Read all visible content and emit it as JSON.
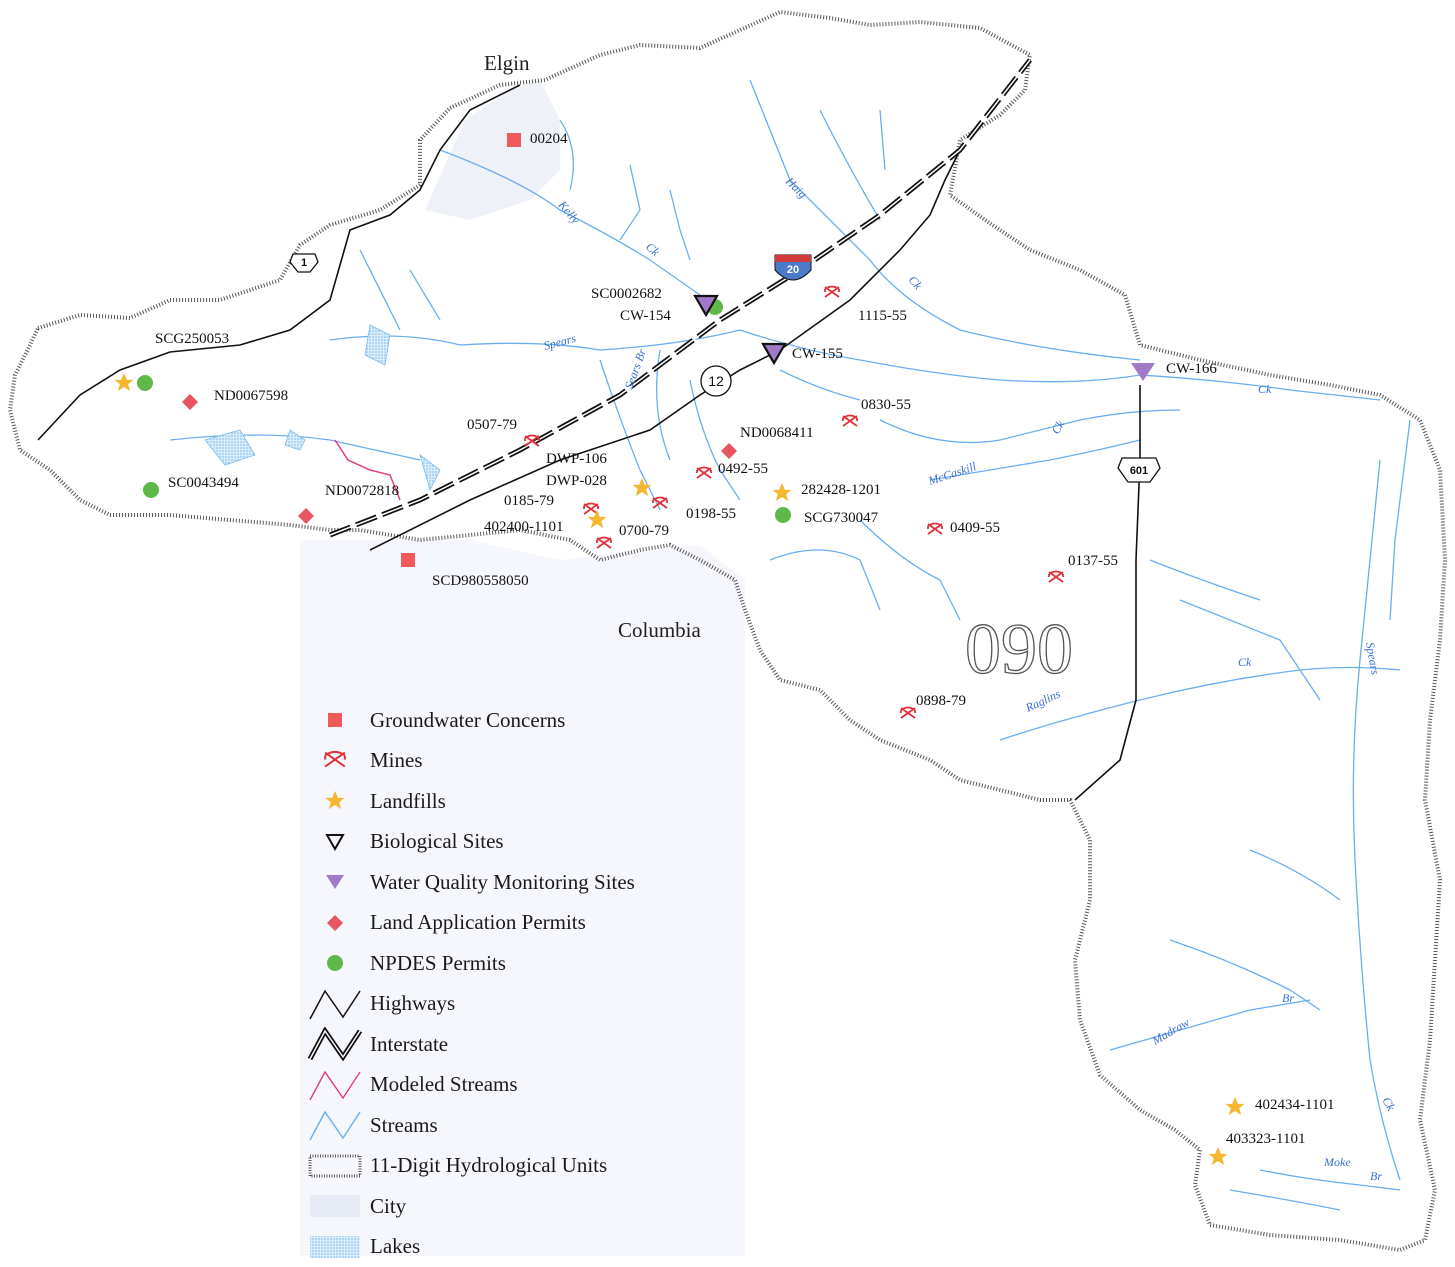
{
  "cities": {
    "elgin": "Elgin",
    "columbia": "Columbia"
  },
  "unit_label": "090",
  "routes": {
    "us1": "1",
    "i20": "20",
    "sc12": "12",
    "us601": "601"
  },
  "streams": {
    "kelly": "Kelly",
    "kelly_ck": "Ck",
    "haig": "Haig",
    "haig_ck": "Ck",
    "spears": "Spears",
    "sears_br": "Sears Br",
    "mccaskill": "McCaskill",
    "mccaskill_ck": "Ck",
    "raglins": "Raglins",
    "raglins_ck": "Ck",
    "spears_east": "Spears",
    "spears_ck": "Ck",
    "madraw": "Madraw",
    "madraw_br": "Br",
    "moke": "Moke",
    "moke_br": "Br",
    "lower_ck": "Ck"
  },
  "sites": {
    "groundwater": [
      "00204",
      "SCD980558050"
    ],
    "mines": [
      "1115-55",
      "0830-55",
      "0507-79",
      "0492-55",
      "0185-79",
      "0198-55",
      "0700-79",
      "0409-55",
      "0137-55",
      "0898-79"
    ],
    "landfills": [
      "282428-1201",
      "402400-1101",
      "402434-1101",
      "403323-1101"
    ],
    "biological": [
      "SC0002682",
      "CW-154",
      "CW-155"
    ],
    "water_quality": [
      "CW-166"
    ],
    "land_application": [
      "ND0067598",
      "ND0068411",
      "ND0072818"
    ],
    "npdes": [
      "SCG250053",
      "SC0043494",
      "SCG730047"
    ],
    "other": [
      "DWP-106",
      "DWP-028"
    ]
  },
  "legend": [
    {
      "icon": "groundwater-square",
      "label": "Groundwater Concerns"
    },
    {
      "icon": "mine-pick",
      "label": "Mines"
    },
    {
      "icon": "landfill-star",
      "label": "Landfills"
    },
    {
      "icon": "biological-triangle",
      "label": "Biological Sites"
    },
    {
      "icon": "water-quality-triangle",
      "label": "Water Quality Monitoring Sites"
    },
    {
      "icon": "land-application-diamond",
      "label": "Land Application Permits"
    },
    {
      "icon": "npdes-circle",
      "label": "NPDES Permits"
    },
    {
      "icon": "highway-line",
      "label": "Highways"
    },
    {
      "icon": "interstate-line",
      "label": "Interstate"
    },
    {
      "icon": "modeled-stream-line",
      "label": "Modeled Streams"
    },
    {
      "icon": "stream-line",
      "label": "Streams"
    },
    {
      "icon": "hydro-unit-box",
      "label": "11-Digit Hydrological Units"
    },
    {
      "icon": "city-fill",
      "label": "City"
    },
    {
      "icon": "lake-fill",
      "label": "Lakes"
    }
  ],
  "colors": {
    "groundwater": "#ef5a5a",
    "mine": "#e0303a",
    "landfill": "#f5b731",
    "biological": "#222222",
    "water_quality": "#a07ac8",
    "land_application": "#e85561",
    "npdes": "#5fb84a",
    "stream": "#6aaef0",
    "modeled_stream": "#e23c82",
    "highway": "#111111",
    "city": "#d3dae8",
    "lake": "#b9dbf4",
    "boundary": "#555555"
  }
}
